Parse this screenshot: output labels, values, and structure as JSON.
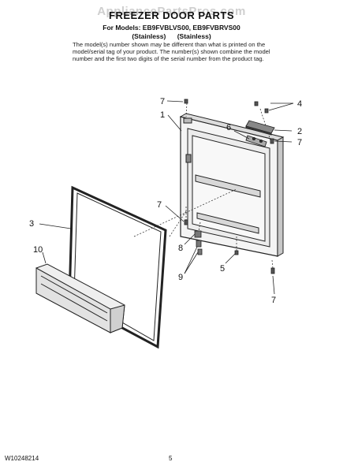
{
  "header": {
    "watermark": "AppliancePartsPros.com",
    "title": "FREEZER DOOR PARTS",
    "models_line": "For Models: EB9FVBLVS00, EB9FVBRVS00",
    "model_variants": [
      "(Stainless)",
      "(Stainless)"
    ],
    "note": "The model(s) number shown may be different than what is printed on the model/serial tag of your product. The number(s) shown combine the model number and the first two digits of the serial number from the product tag."
  },
  "callouts": [
    "7",
    "1",
    "4",
    "2",
    "6",
    "7",
    "7",
    "3",
    "10",
    "8",
    "9",
    "5",
    "7"
  ],
  "footer": {
    "doc_number": "W10248214",
    "page": "5"
  }
}
